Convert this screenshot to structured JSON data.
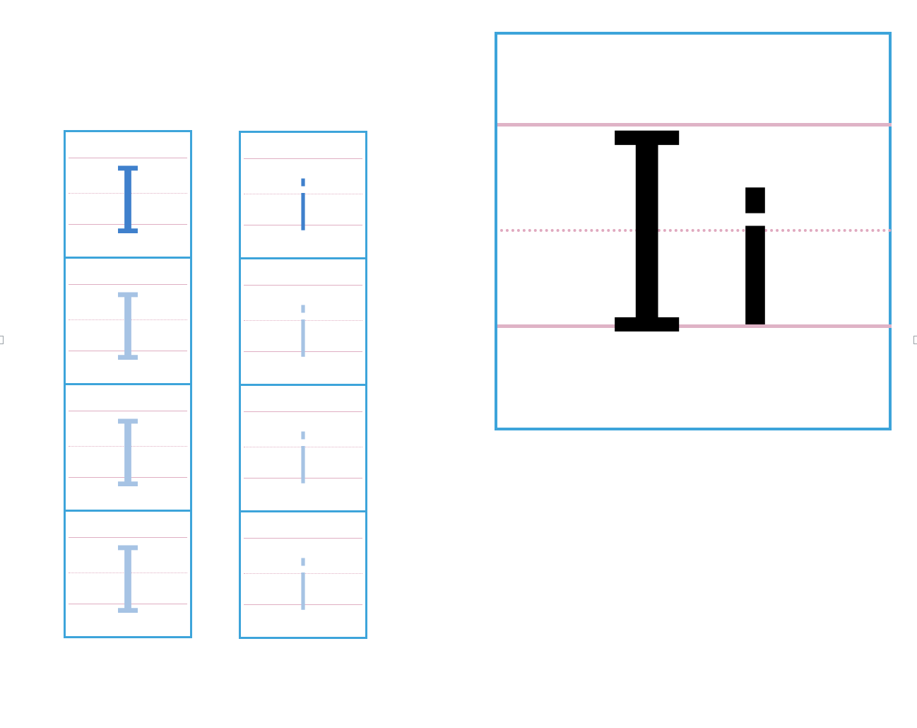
{
  "worksheet": {
    "uppercase_letter": "I",
    "lowercase_letter": "i",
    "practice_rows": 4,
    "colors": {
      "frame": "#3da4da",
      "guide_lines": "#dfaec2",
      "trace_dark": "#3f80cc",
      "trace_light": "#a6c3e4",
      "display_letter": "#000000"
    }
  },
  "upper_column": {
    "cells": [
      {
        "letter": "I",
        "shade": "dark"
      },
      {
        "letter": "I",
        "shade": "light"
      },
      {
        "letter": "I",
        "shade": "light"
      },
      {
        "letter": "I",
        "shade": "light"
      }
    ]
  },
  "lower_column": {
    "cells": [
      {
        "letter": "i",
        "shade": "dark"
      },
      {
        "letter": "i",
        "shade": "light"
      },
      {
        "letter": "i",
        "shade": "light"
      },
      {
        "letter": "i",
        "shade": "light"
      }
    ]
  },
  "display_card": {
    "upper": "I",
    "lower": "i"
  }
}
